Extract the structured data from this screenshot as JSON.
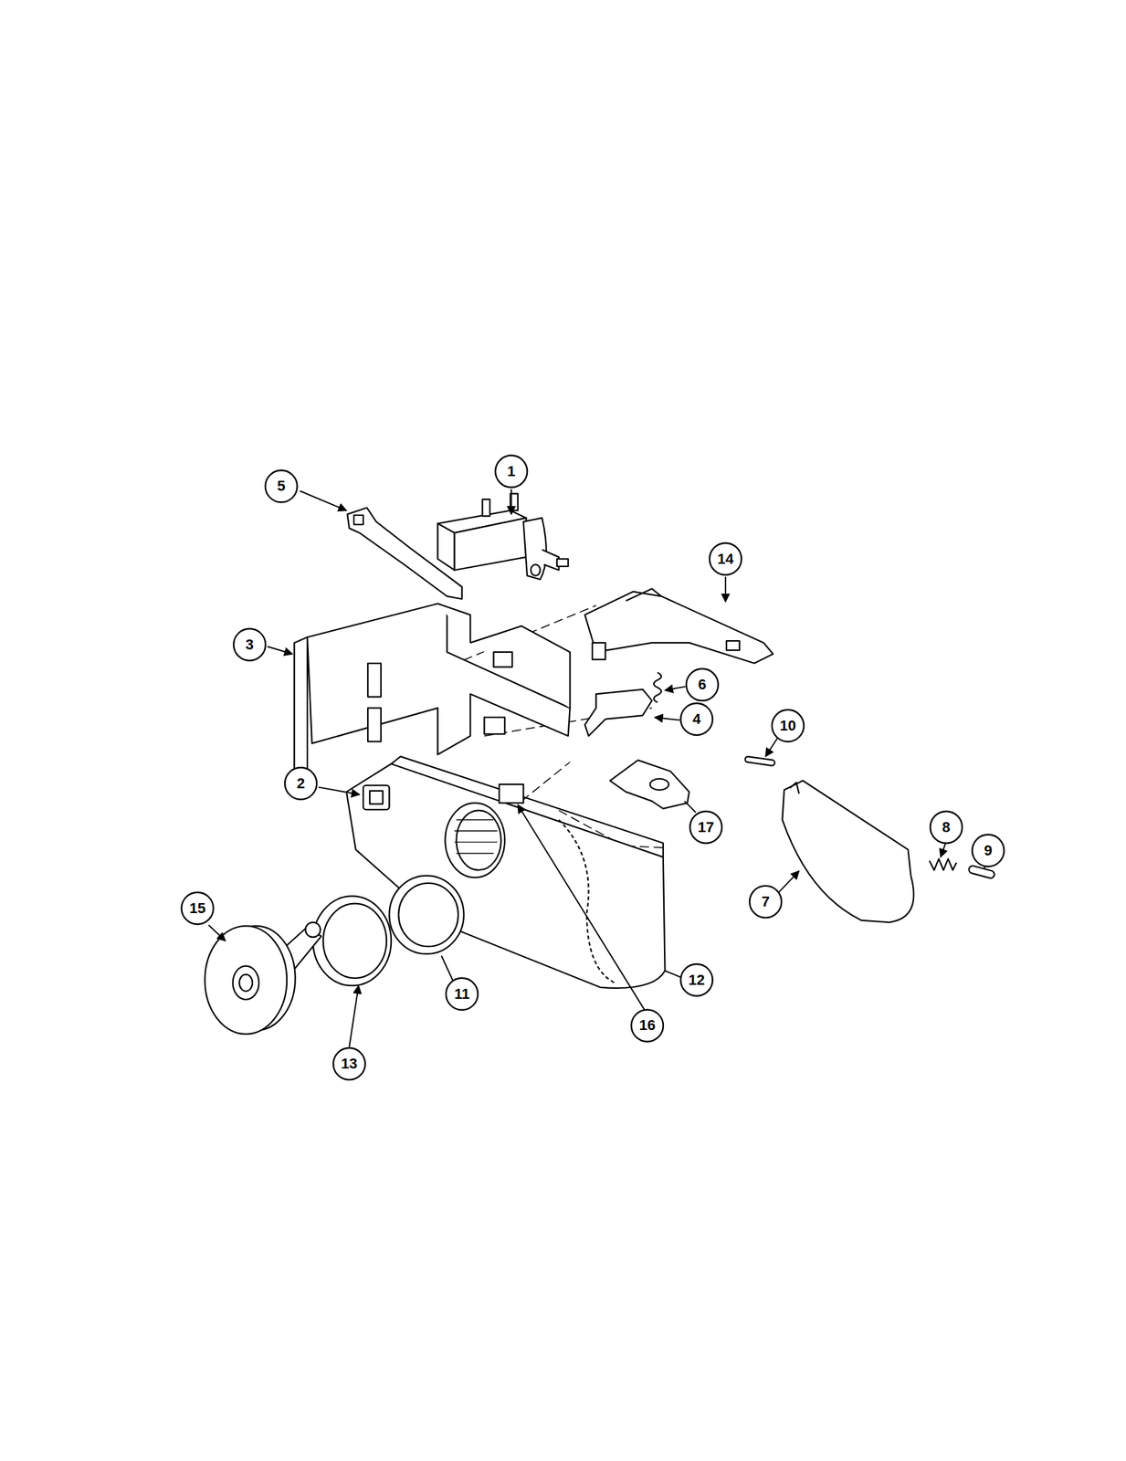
{
  "diagram": {
    "labels": [
      "5",
      "1",
      "14",
      "3",
      "6",
      "4",
      "10",
      "2",
      "17",
      "8",
      "9",
      "15",
      "7",
      "12",
      "11",
      "16",
      "13"
    ]
  }
}
